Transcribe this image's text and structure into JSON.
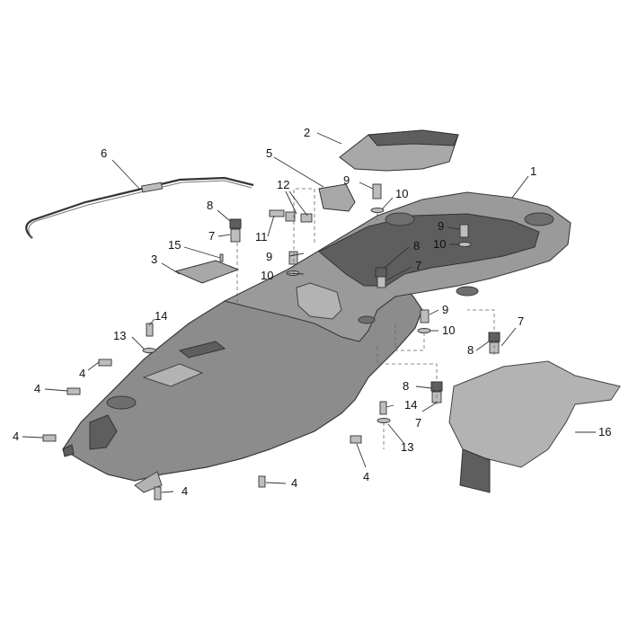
{
  "diagram": {
    "callouts": [
      {
        "id": "c1",
        "text": "1"
      },
      {
        "id": "c2",
        "text": "2"
      },
      {
        "id": "c3",
        "text": "3"
      },
      {
        "id": "c4a",
        "text": "4"
      },
      {
        "id": "c4b",
        "text": "4"
      },
      {
        "id": "c4c",
        "text": "4"
      },
      {
        "id": "c4d",
        "text": "4"
      },
      {
        "id": "c4e",
        "text": "4"
      },
      {
        "id": "c4f",
        "text": "4"
      },
      {
        "id": "c5",
        "text": "5"
      },
      {
        "id": "c6",
        "text": "6"
      },
      {
        "id": "c7a",
        "text": "7"
      },
      {
        "id": "c7b",
        "text": "7"
      },
      {
        "id": "c7c",
        "text": "7"
      },
      {
        "id": "c7d",
        "text": "7"
      },
      {
        "id": "c8a",
        "text": "8"
      },
      {
        "id": "c8b",
        "text": "8"
      },
      {
        "id": "c8c",
        "text": "8"
      },
      {
        "id": "c8d",
        "text": "8"
      },
      {
        "id": "c9a",
        "text": "9"
      },
      {
        "id": "c9b",
        "text": "9"
      },
      {
        "id": "c9c",
        "text": "9"
      },
      {
        "id": "c9d",
        "text": "9"
      },
      {
        "id": "c10a",
        "text": "10"
      },
      {
        "id": "c10b",
        "text": "10"
      },
      {
        "id": "c10c",
        "text": "10"
      },
      {
        "id": "c10d",
        "text": "10"
      },
      {
        "id": "c11",
        "text": "11"
      },
      {
        "id": "c12",
        "text": "12"
      },
      {
        "id": "c13a",
        "text": "13"
      },
      {
        "id": "c13b",
        "text": "13"
      },
      {
        "id": "c14a",
        "text": "14"
      },
      {
        "id": "c14b",
        "text": "14"
      },
      {
        "id": "c15",
        "text": "15"
      },
      {
        "id": "c16",
        "text": "16"
      }
    ]
  }
}
